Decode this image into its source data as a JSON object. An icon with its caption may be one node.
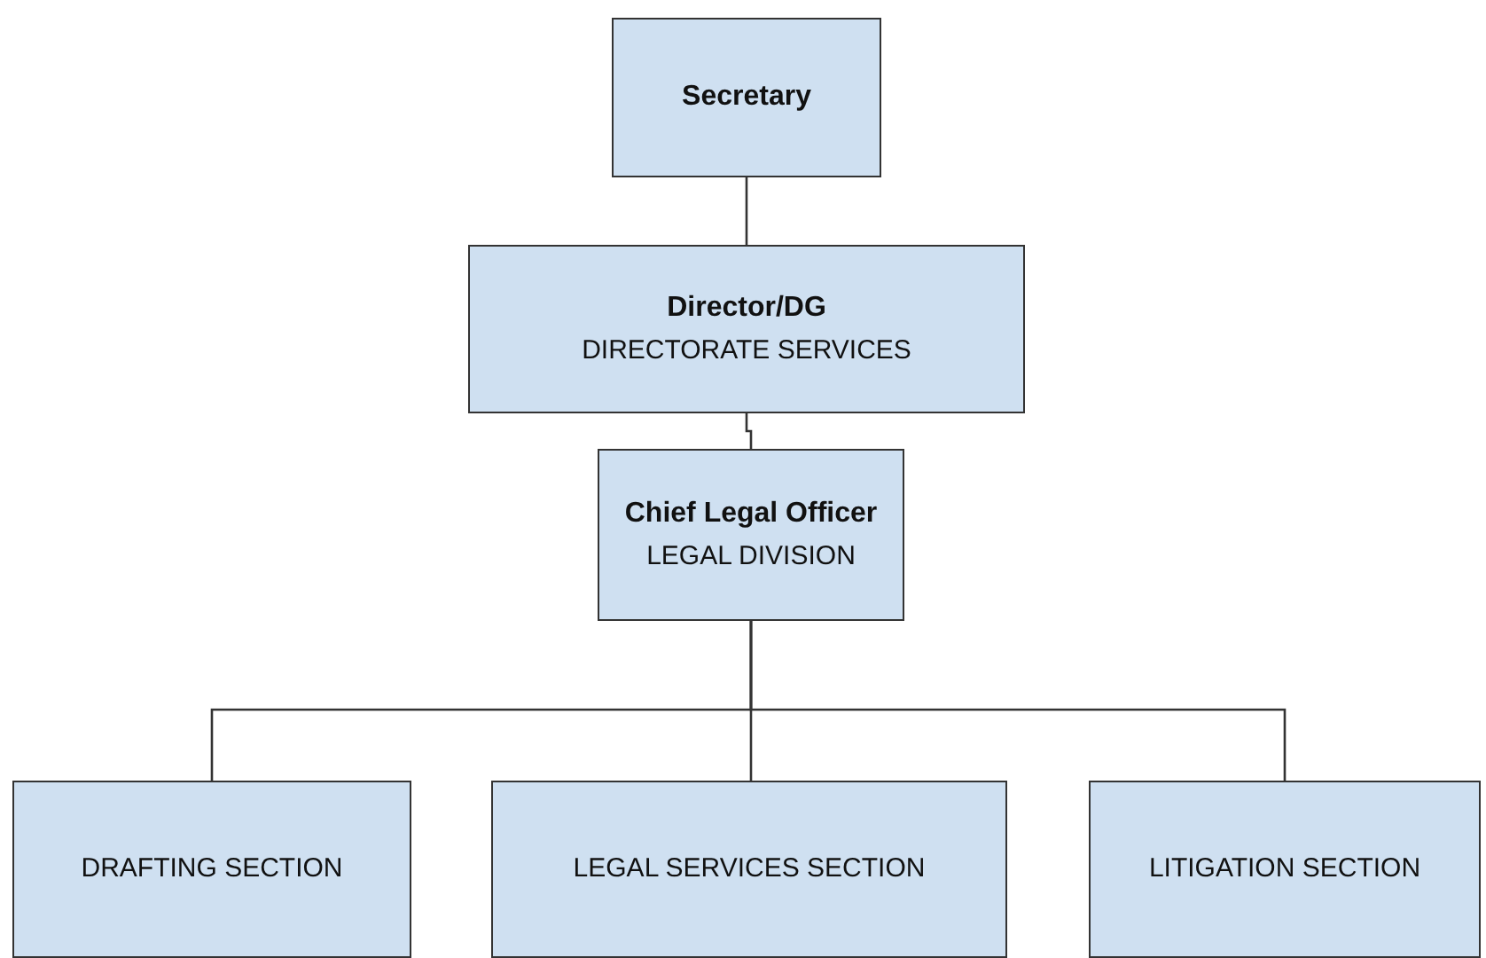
{
  "diagram": {
    "nodes": [
      {
        "text": [
          "Secretary"
        ]
      },
      {
        "text": [
          "Director/DG",
          "DIRECTORATE SERVICES"
        ]
      },
      {
        "text": [
          "Chief Legal Officer",
          "LEGAL DIVISION"
        ]
      },
      {
        "text": [
          "DRAFTING SECTION"
        ]
      },
      {
        "text": [
          "LEGAL SERVICES SECTION"
        ]
      },
      {
        "text": [
          "LITIGATION SECTION"
        ]
      }
    ],
    "edges": [
      {
        "from": 0,
        "to": 1,
        "arrow": "none"
      },
      {
        "from": 1,
        "to": 2,
        "arrow": "none"
      },
      {
        "from": 2,
        "to": 3,
        "arrow": "none"
      },
      {
        "from": 2,
        "to": 4,
        "arrow": "none"
      },
      {
        "from": 2,
        "to": 5,
        "arrow": "none"
      }
    ]
  }
}
